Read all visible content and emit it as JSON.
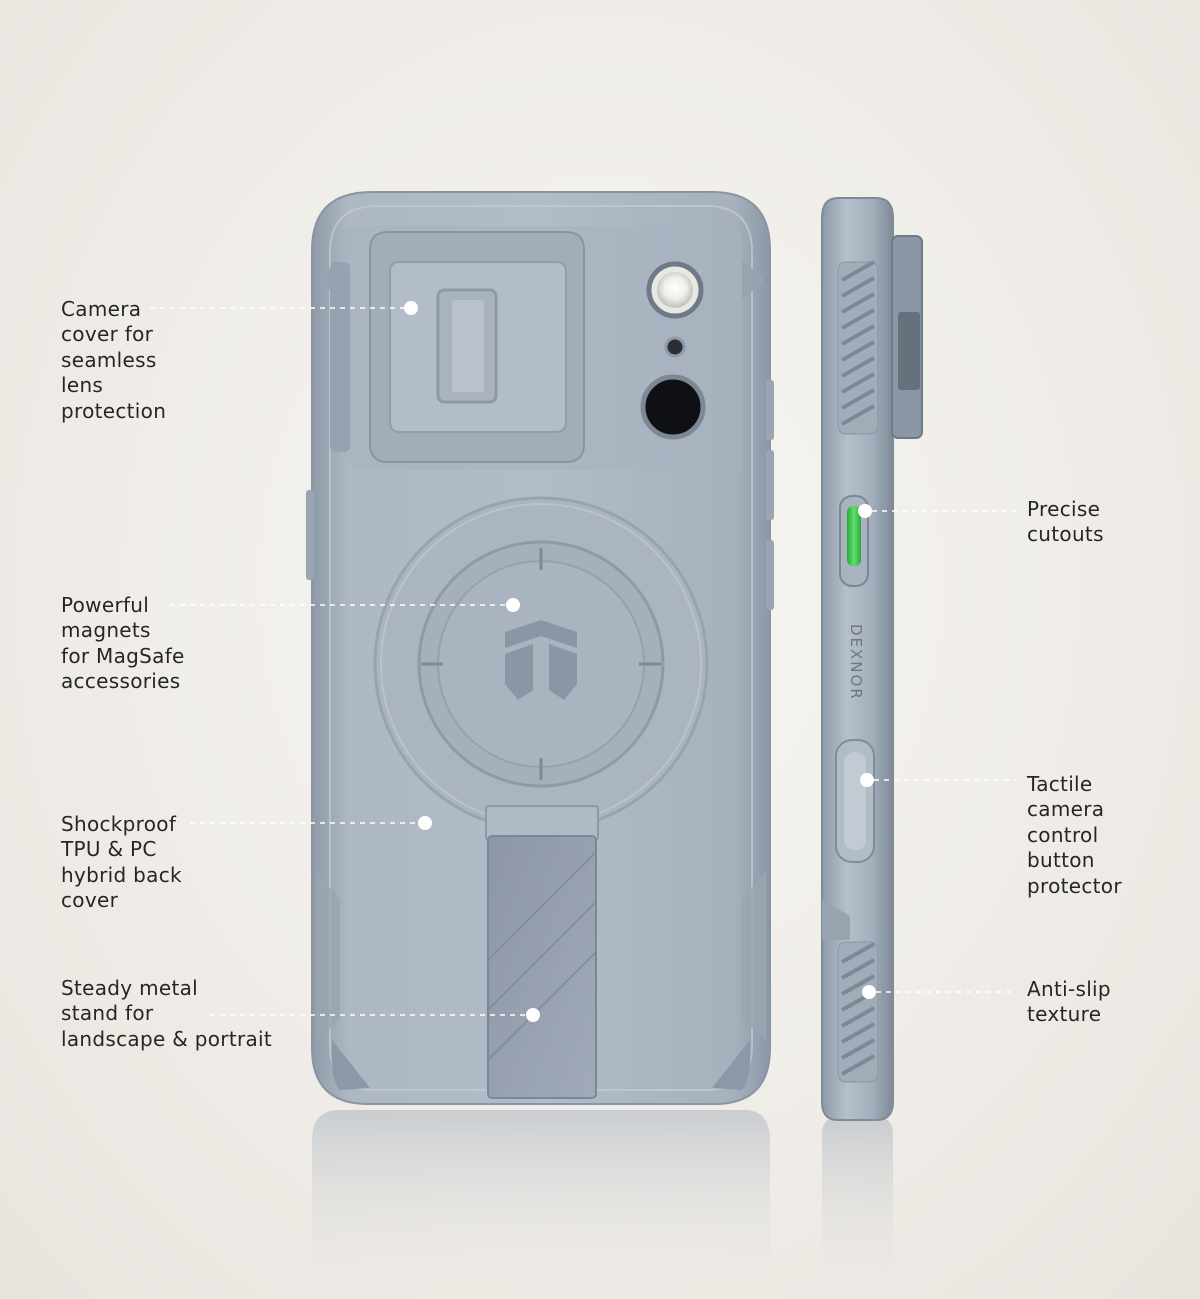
{
  "callouts_left": [
    {
      "id": "camera-cover",
      "text": "Camera\ncover for\nseamless\nlens\nprotection"
    },
    {
      "id": "magnets",
      "text": "Powerful\nmagnets\nfor MagSafe\naccessories"
    },
    {
      "id": "back-cover",
      "text": "Shockproof\nTPU & PC\nhybrid back\ncover"
    },
    {
      "id": "stand",
      "text": "Steady metal\nstand for\nlandscape & portrait"
    }
  ],
  "callouts_right": [
    {
      "id": "cutouts",
      "text": "Precise\ncutouts"
    },
    {
      "id": "camera-control",
      "text": "Tactile\ncamera\ncontrol\nbutton\nprotector"
    },
    {
      "id": "anti-slip",
      "text": "Anti-slip\ntexture"
    }
  ],
  "side_branding": "DEXNOR",
  "colors": {
    "case": "#a5b0bd",
    "accent_button": "#39c94a",
    "background": "#f1efeb"
  }
}
